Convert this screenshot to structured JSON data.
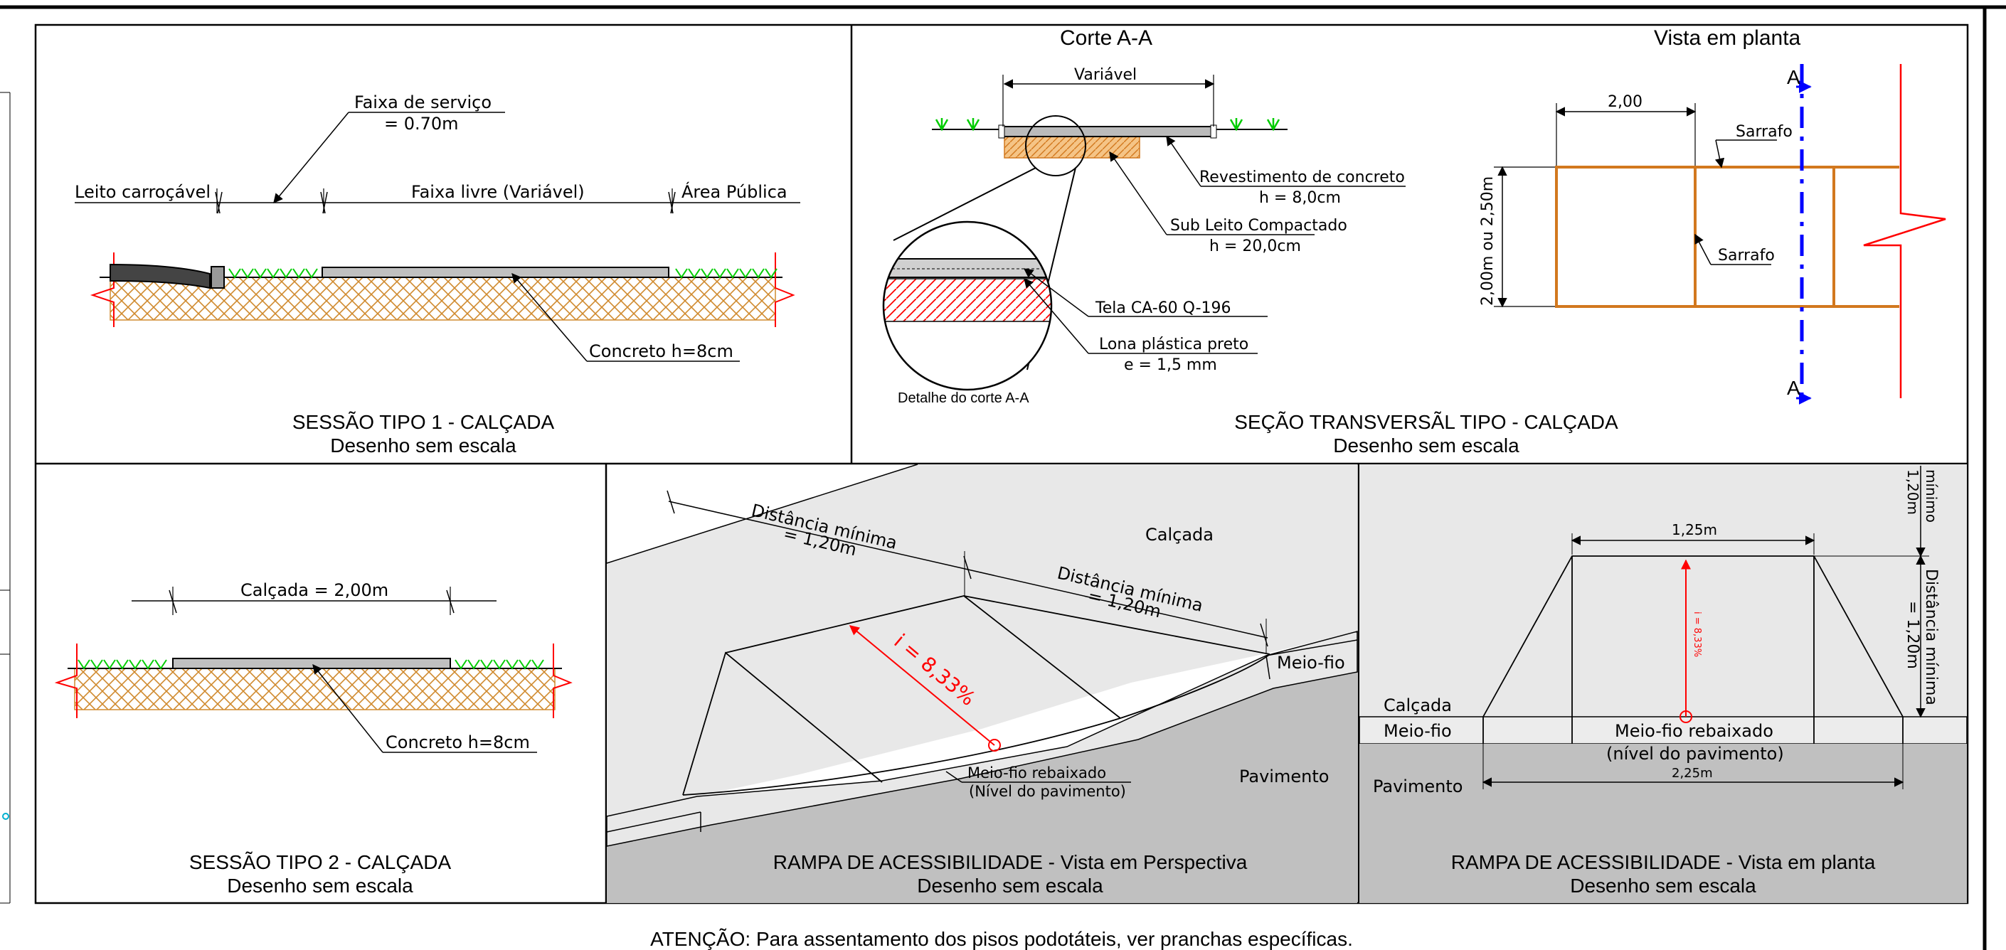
{
  "panel1": {
    "faixa_servico": "Faixa de serviço",
    "faixa_servico_val": "= 0.70m",
    "leito": "Leito carroçável",
    "faixa_livre": "Faixa livre (Variável)",
    "area_publica": "Área Pública",
    "concreto": "Concreto h=8cm",
    "title": "SESSÃO TIPO 1 - CALÇADA",
    "subtitle": "Desenho sem escala"
  },
  "panel2": {
    "corte_title": "Corte A-A",
    "variavel": "Variável",
    "revestimento": "Revestimento de concreto",
    "revestimento_h": "h = 8,0cm",
    "sub_leito": "Sub Leito Compactado",
    "sub_leito_h": "h = 20,0cm",
    "tela": "Tela CA-60 Q-196",
    "lona": "Lona plástica preto",
    "lona_e": "e = 1,5 mm",
    "detalhe": "Detalhe do corte A-A",
    "vista_title": "Vista em planta",
    "dim_200": "2,00",
    "sarrafo1": "Sarrafo",
    "sarrafo2": "Sarrafo",
    "dim_vertical": "2,00m ou 2,50m",
    "section_mark": "A",
    "title": "SEÇÃO TRANSVERSÃL TIPO - CALÇADA",
    "subtitle": "Desenho sem escala"
  },
  "panel3": {
    "calcada": "Calçada = 2,00m",
    "concreto": "Concreto h=8cm",
    "title": "SESSÃO TIPO 2 - CALÇADA",
    "subtitle": "Desenho sem escala"
  },
  "panel4": {
    "dist1": "Distância mínima",
    "dist1_val": "= 1,20m",
    "dist2": "Distância mínima",
    "dist2_val": "= 1,20m",
    "calcada": "Calçada",
    "slope": "i = 8,33%",
    "meio_fio": "Meio-fio",
    "meio_fio_reb": "Meio-fio rebaixado",
    "nivel": "(Nível do pavimento)",
    "pavimento": "Pavimento",
    "title": "RAMPA DE ACESSIBILIDADE - Vista em Perspectiva",
    "subtitle": "Desenho sem escala"
  },
  "panel5": {
    "dim_125": "1,25m",
    "slope": "i = 8,33%",
    "minimo_top": "mínimo",
    "minimo_top_val": "1,20m",
    "dist_min": "Distância mínima",
    "dist_min_val": "= 1,20m",
    "calcada": "Calçada",
    "meio_fio": "Meio-fio",
    "meio_fio_reb": "Meio-fio rebaixado",
    "nivel": "(nível do pavimento)",
    "dim_225": "2,25m",
    "pavimento": "Pavimento",
    "title": "RAMPA DE ACESSIBILIDADE - Vista em planta",
    "subtitle": "Desenho sem escala"
  },
  "footer": {
    "note": "ATENÇÃO: Para assentamento dos pisos podotáteis, ver pranchas específicas."
  },
  "colors": {
    "soil": "#d08a2e",
    "hatch_red": "#ff0000",
    "grass": "#00cc00",
    "frame_orange": "#d2781e",
    "section_blue": "#0000ff",
    "gray_fill": "#c0c0c0",
    "light_gray": "#e8e8e8"
  }
}
